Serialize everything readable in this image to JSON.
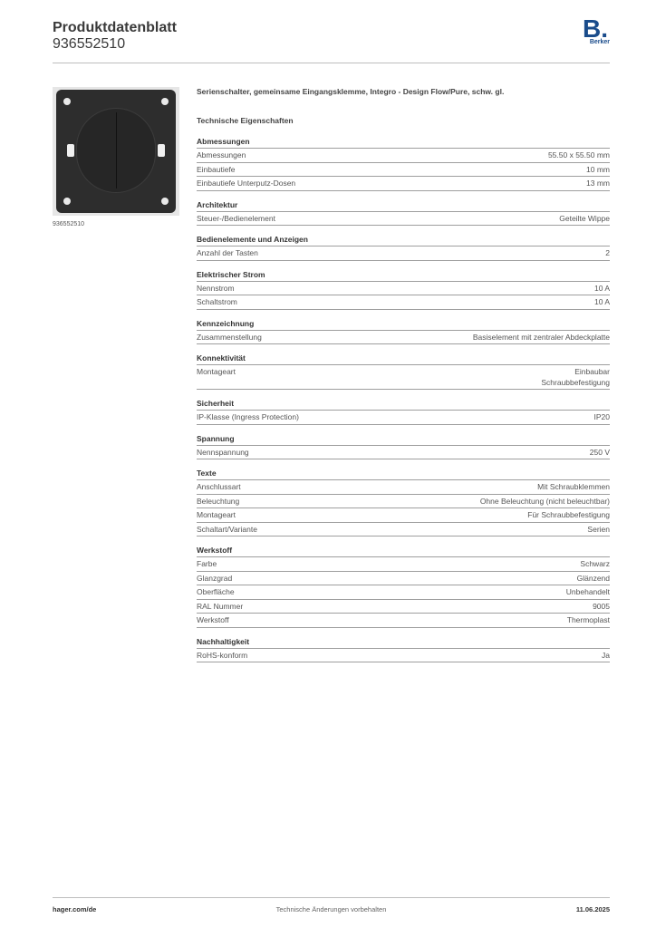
{
  "header": {
    "title": "Produktdatenblatt",
    "number": "936552510",
    "logo": {
      "letter": "B.",
      "text": "Berker",
      "color": "#1a4c8b"
    }
  },
  "product": {
    "image_caption": "936552510",
    "description": "Serienschalter, gemeinsame Eingangsklemme, Integro - Design Flow/Pure, schw. gl."
  },
  "tech_heading": "Technische Eigenschaften",
  "sections": [
    {
      "title": "Abmessungen",
      "rows": [
        {
          "k": "Abmessungen",
          "v": "55.50 x 55.50 mm"
        },
        {
          "k": "Einbautiefe",
          "v": "10 mm"
        },
        {
          "k": "Einbautiefe Unterputz-Dosen",
          "v": "13 mm"
        }
      ]
    },
    {
      "title": "Architektur",
      "rows": [
        {
          "k": "Steuer-/Bedienelement",
          "v": "Geteilte Wippe"
        }
      ]
    },
    {
      "title": "Bedienelemente und Anzeigen",
      "rows": [
        {
          "k": "Anzahl der Tasten",
          "v": "2"
        }
      ]
    },
    {
      "title": "Elektrischer Strom",
      "rows": [
        {
          "k": "Nennstrom",
          "v": "10 A"
        },
        {
          "k": "Schaltstrom",
          "v": "10 A"
        }
      ]
    },
    {
      "title": "Kennzeichnung",
      "rows": [
        {
          "k": "Zusammenstellung",
          "v": "Basiselement mit zentraler Abdeckplatte"
        }
      ]
    },
    {
      "title": "Konnektivität",
      "rows": [
        {
          "k": "Montageart",
          "v": "Einbaubar\nSchraubbefestigung"
        }
      ]
    },
    {
      "title": "Sicherheit",
      "rows": [
        {
          "k": "IP-Klasse (Ingress Protection)",
          "v": "IP20"
        }
      ]
    },
    {
      "title": "Spannung",
      "rows": [
        {
          "k": "Nennspannung",
          "v": "250 V"
        }
      ]
    },
    {
      "title": "Texte",
      "rows": [
        {
          "k": "Anschlussart",
          "v": "Mit Schraubklemmen"
        },
        {
          "k": "Beleuchtung",
          "v": "Ohne Beleuchtung (nicht beleuchtbar)"
        },
        {
          "k": "Montageart",
          "v": "Für Schraubbefestigung"
        },
        {
          "k": "Schaltart/Variante",
          "v": "Serien"
        }
      ]
    },
    {
      "title": "Werkstoff",
      "rows": [
        {
          "k": "Farbe",
          "v": "Schwarz"
        },
        {
          "k": "Glanzgrad",
          "v": "Glänzend"
        },
        {
          "k": "Oberfläche",
          "v": "Unbehandelt"
        },
        {
          "k": "RAL Nummer",
          "v": "9005"
        },
        {
          "k": "Werkstoff",
          "v": "Thermoplast"
        }
      ]
    },
    {
      "title": "Nachhaltigkeit",
      "rows": [
        {
          "k": "RoHS-konform",
          "v": "Ja"
        }
      ]
    }
  ],
  "footer": {
    "left": "hager.com/de",
    "center": "Technische Änderungen vorbehalten",
    "right": "11.06.2025"
  }
}
